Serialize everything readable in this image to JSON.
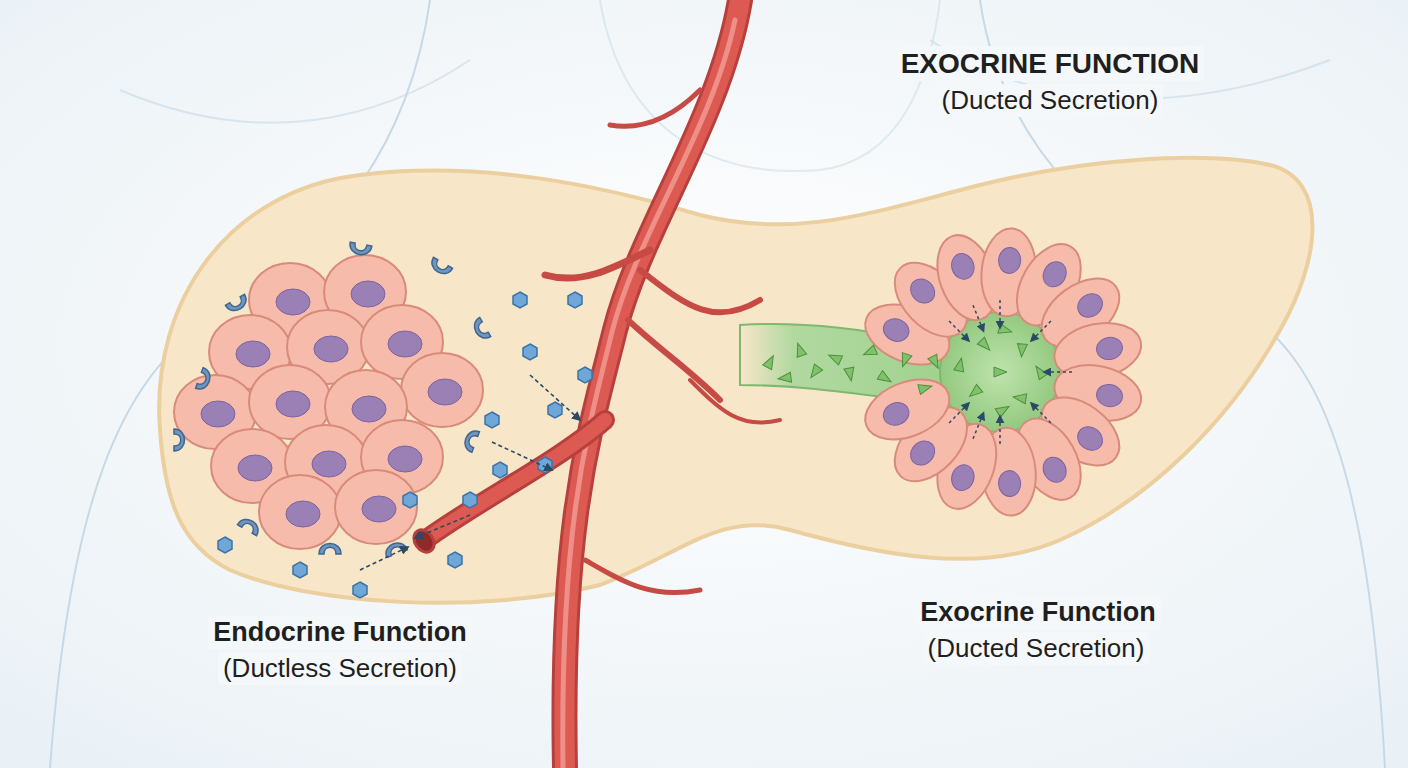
{
  "diagram": {
    "labels": [
      "EXOCRINE FUNCTION",
      "(Ducted Secretion)",
      "Endocrine Function",
      "(Ductless Secretion)",
      "Exocrine Function",
      "(Ducted Secretion)"
    ]
  }
}
